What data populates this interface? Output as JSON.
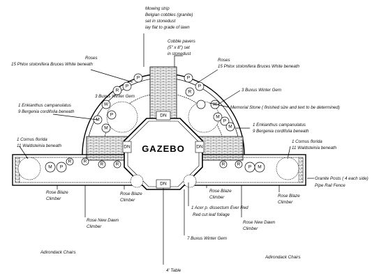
{
  "title": "GAZEBO",
  "labels": {
    "mowing_strip_1": "Mowing strip",
    "mowing_strip_2": "Belgian cobbles (granite)",
    "mowing_strip_3": "set in stonedust",
    "mowing_strip_4": "lay flat to grade of lawn",
    "cobble_1": "Cobble pavers",
    "cobble_2": "(5\" x 8\") set",
    "cobble_3": "in stonedust",
    "roses_left": "Roses",
    "phlox_left": "15 Phlox stolonifera Bruces White beneath",
    "roses_right": "Roses",
    "phlox_right": "15 Phlox stolonifera Bruces White beneath",
    "buxus_left": "3 Buxus Winter Gem",
    "buxus_right": "3 Buxus Winter Gem",
    "memorial": "Memorial Stone ( finished size and text to be determined)",
    "enkianthus_left": "1 Enkianthus campanulatus",
    "bergenia_left": "9 Bergenia cordifolia beneath",
    "enkianthus_right": "1 Enkianthus campanulatus",
    "bergenia_right": "9 Bergenia cordifolia beneath",
    "cornus_left": "1 Cornus florida",
    "waldsteinia_left": "11 Waldsteinia beneath",
    "cornus_right": "1 Cornus florida",
    "waldsteinia_right": "11 Waldsteinia beneath",
    "granite_posts": "Granite Posts ( 4 each side)",
    "pipe_rail": "Pipe Rail Fence",
    "rose_blaze_1a": "Rose Blaze",
    "rose_blaze_1b": "Climber",
    "rose_blaze_2a": "Rose Blaze",
    "rose_blaze_2b": "Climber",
    "rose_blaze_3a": "Rose Blaze",
    "rose_blaze_3b": "Climber",
    "rose_blaze_4a": "Rose Blaze",
    "rose_blaze_4b": "Climber",
    "new_dawn_left_a": "Rose New Dawn",
    "new_dawn_left_b": "Climber",
    "new_dawn_right_a": "Rose New Dawn",
    "new_dawn_right_b": "Climber",
    "acer_1": "1 Acer p. dissectum Ever Red",
    "acer_2": "Red cut leaf foliage",
    "buxus_bottom": "7 Buxus Winter Gem",
    "adirondack_left": "Adirondack Chairs",
    "adirondack_right": "Adirondack Chairs",
    "table": "4' Table",
    "dn": "DN"
  },
  "plant_codes": {
    "rose": "R",
    "phlox": "P",
    "waldsteinia": "W",
    "memorial": "M"
  }
}
